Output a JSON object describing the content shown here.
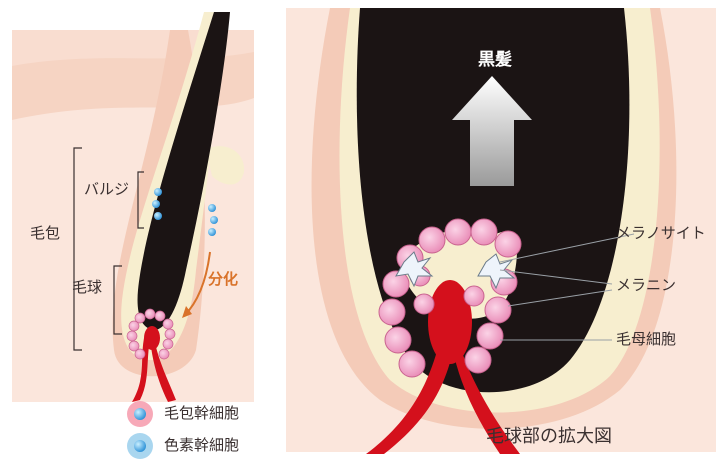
{
  "colors": {
    "skin": "#fbe6dc",
    "skin_dark": "#f4cbb8",
    "sheath": "#f7eecf",
    "hair": "#1b1414",
    "blood": "#d4101c",
    "cell_pink": "#f1a7c7",
    "stem_blue": "#2a8fd6",
    "accent_orange": "#d9732a"
  },
  "left_panel": {
    "label_bulge": "バルジ",
    "label_follicle": "毛包",
    "label_bulb": "毛球",
    "label_differentiation": "分化"
  },
  "right_panel": {
    "label_black_hair": "黒髪",
    "label_melanocyte": "メラノサイト",
    "label_melanin": "メラニン",
    "label_matrix_cells": "毛母細胞",
    "caption": "毛球部の拡大図"
  },
  "legend": {
    "hair_follicle_stem_cell": "毛包幹細胞",
    "melanocyte_stem_cell": "色素幹細胞",
    "hair_follicle_stem_cell_icon": "pink-cell-icon",
    "melanocyte_stem_cell_icon": "blue-cell-icon"
  }
}
